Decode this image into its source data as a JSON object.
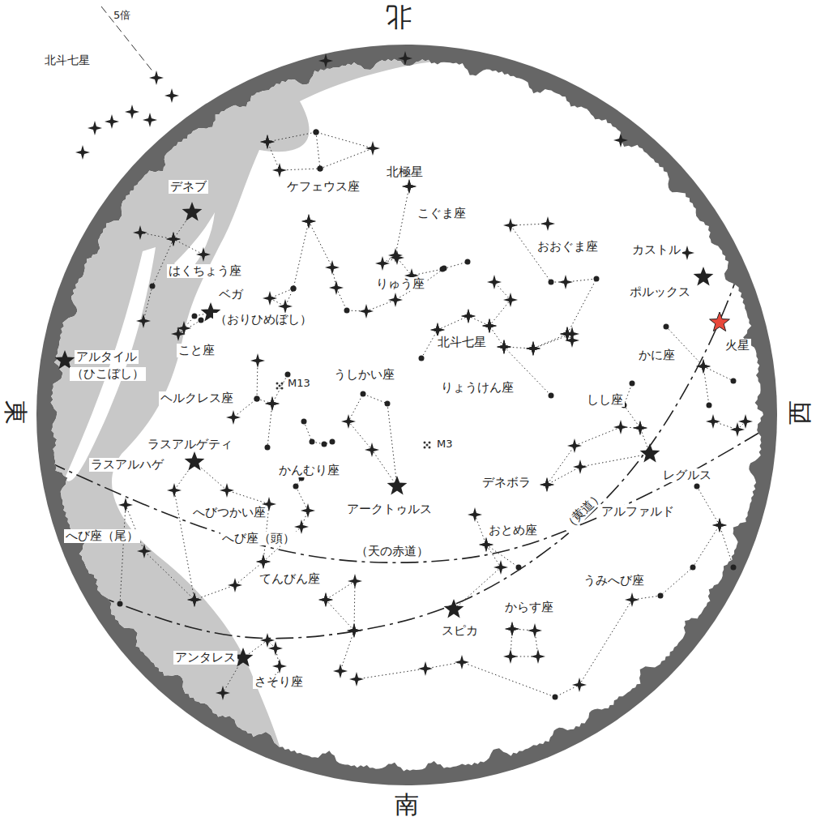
{
  "diagram": {
    "labels": [
      "北",
      "南",
      "東",
      "西",
      "5倍",
      "北斗七星",
      "デネブ",
      "ケフェウス座",
      "北極星",
      "こぐま座",
      "カストル",
      "おおぐま座",
      "ポルックス",
      "火星",
      "はくちょう座",
      "ベガ",
      "（おりひめぼし）",
      "りゅう座",
      "北斗七星",
      "こと座",
      "アルタイル",
      "（ひこぼし）",
      "かに座",
      "うしかい座",
      "ヘルクレス座",
      "M13",
      "りょうけん座",
      "しし座",
      "M3",
      "ラスアルゲティ",
      "ラスアルハゲ",
      "かんむり座",
      "デネボラ",
      "レグルス",
      "（黄道）",
      "アークトゥルス",
      "おとめ座",
      "アルファルド",
      "へびつかい座",
      "へび座（尾）",
      "へび座（頭）",
      "（天の赤道）",
      "てんびん座",
      "うみへび座",
      "からす座",
      "スピカ",
      "アンタレス",
      "さそり座"
    ]
  }
}
